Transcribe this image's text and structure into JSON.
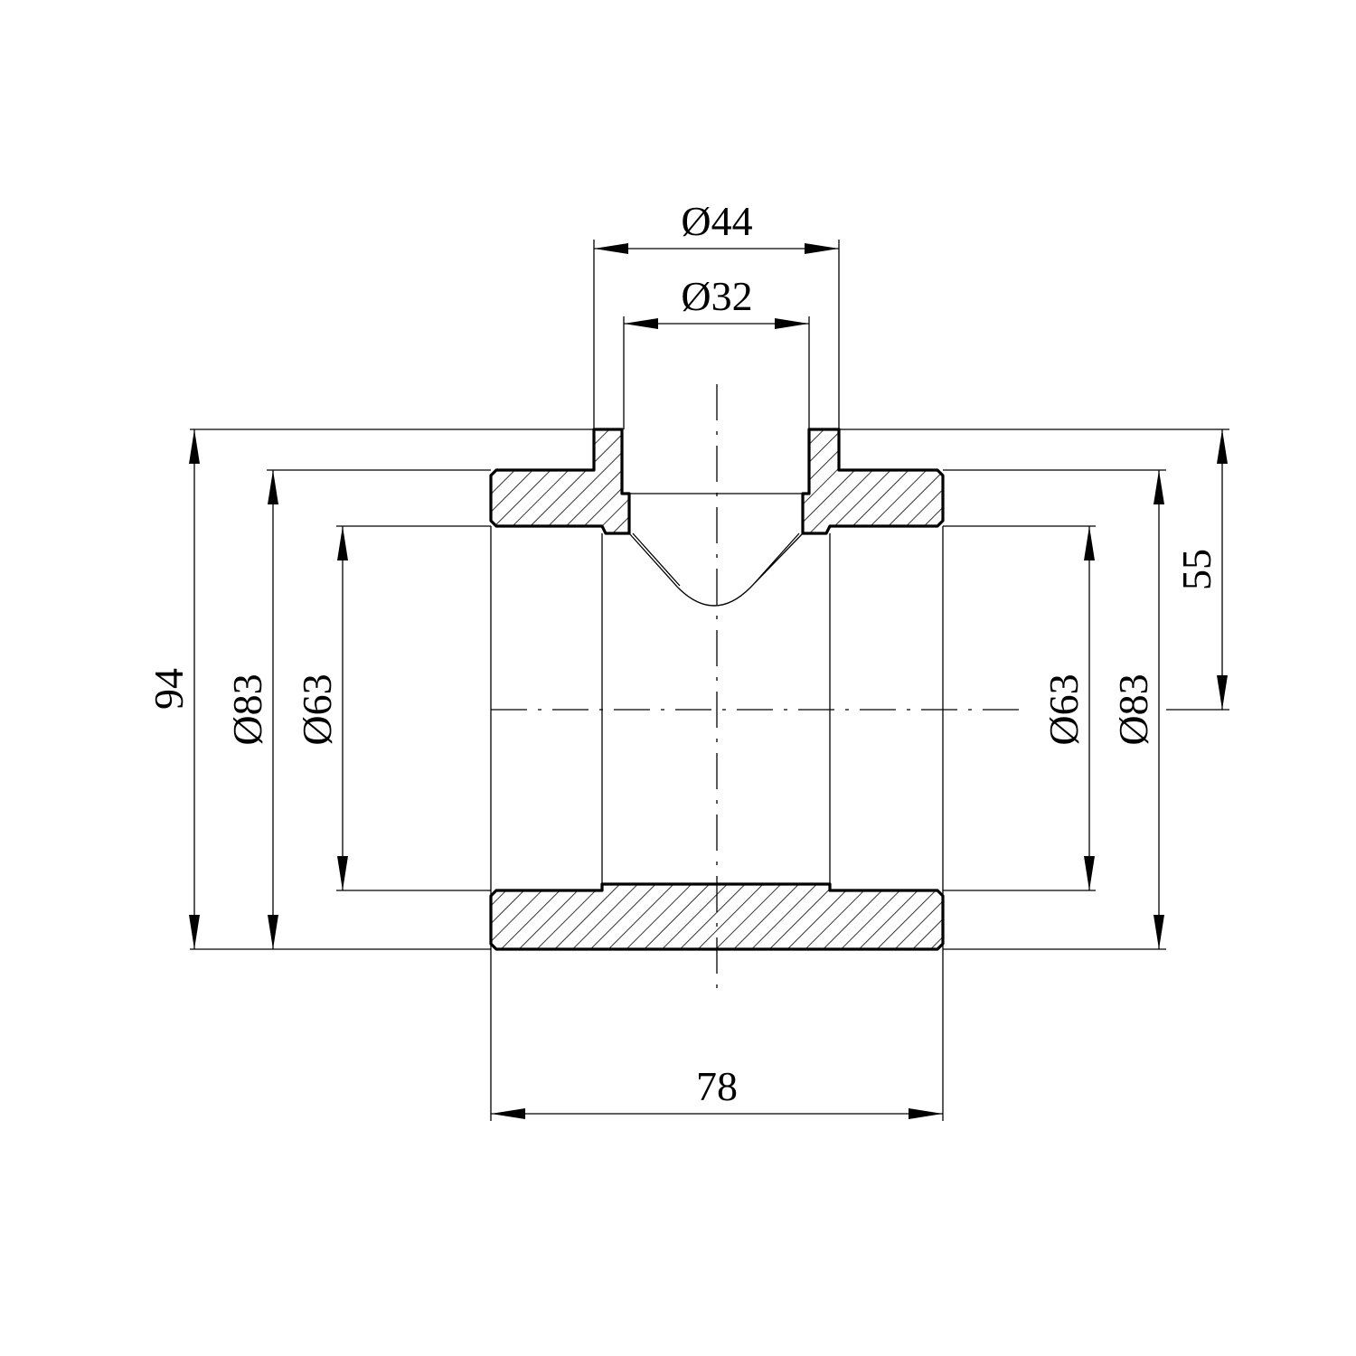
{
  "title": "Tee fitting section drawing",
  "dimensions": {
    "branch_outer": "Ø44",
    "branch_inner": "Ø32",
    "height_total": "94",
    "left_outer": "Ø83",
    "left_inner": "Ø63",
    "right_inner": "Ø63",
    "right_outer": "Ø83",
    "branch_height": "55",
    "length": "78"
  }
}
